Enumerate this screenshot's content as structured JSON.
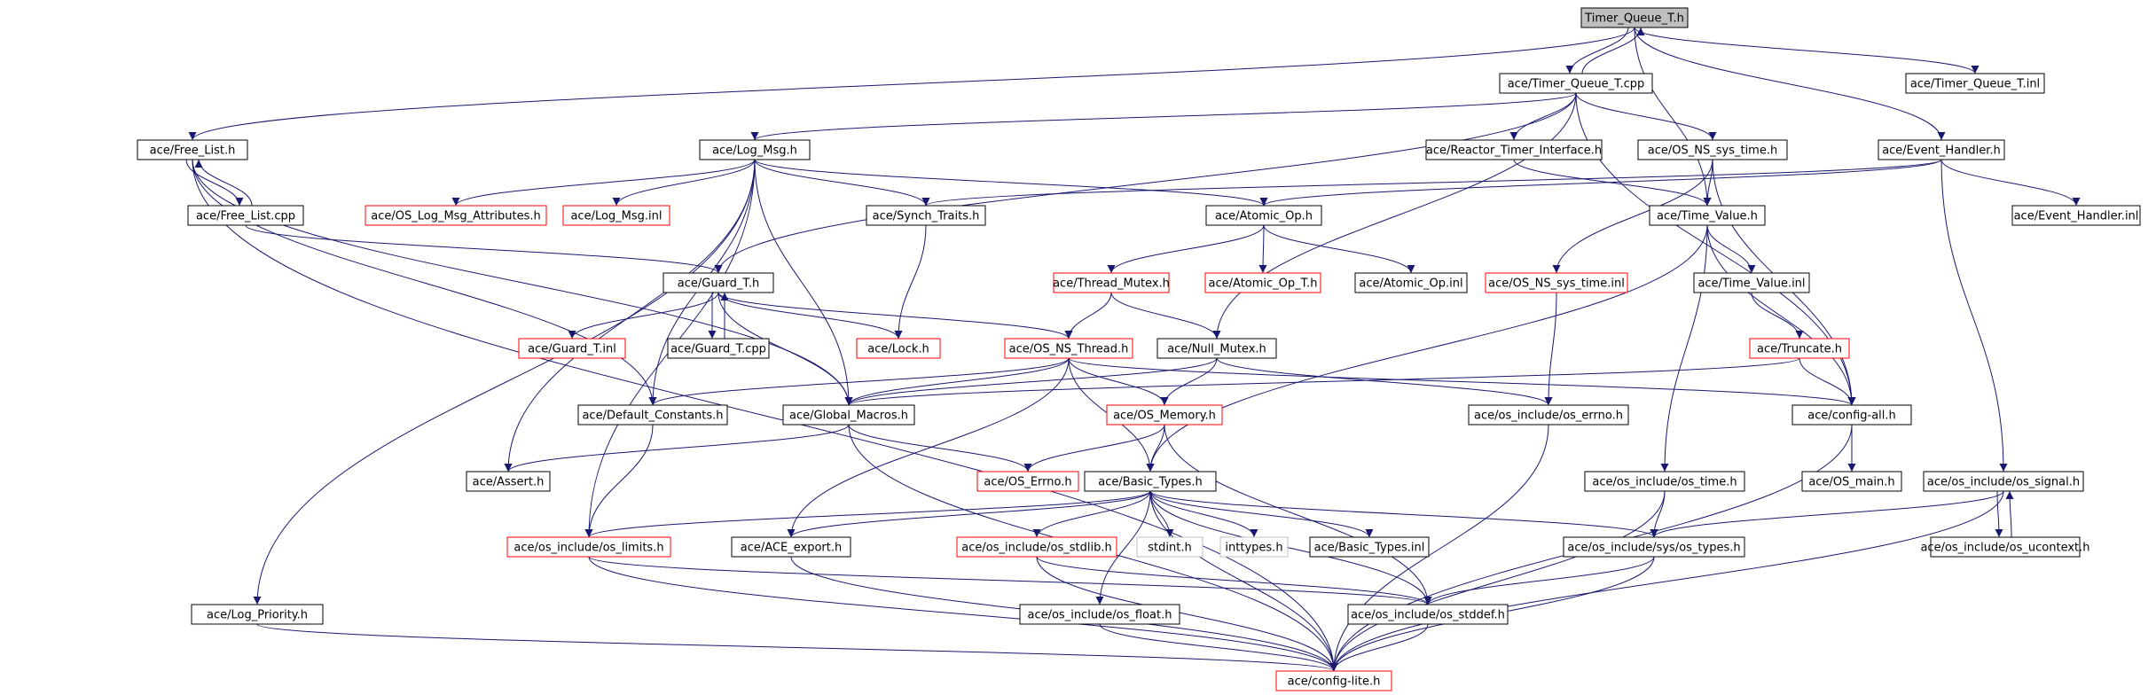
{
  "diagram": {
    "colors": {
      "edge": "#191970",
      "border_normal": "#000000",
      "border_incomplete": "#ff0000",
      "border_external": "#bfbfbf",
      "root_fill": "#bfbfbf",
      "fill": "#ffffff"
    },
    "nodes": [
      {
        "id": "n0",
        "label": "Timer_Queue_T.h",
        "style": "root"
      },
      {
        "id": "n1",
        "label": "ace/Timer_Queue_T.cpp",
        "style": "normal"
      },
      {
        "id": "n2",
        "label": "ace/Timer_Queue_T.inl",
        "style": "normal"
      },
      {
        "id": "n3",
        "label": "ace/Free_List.h",
        "style": "normal"
      },
      {
        "id": "n4",
        "label": "ace/Free_List.cpp",
        "style": "normal"
      },
      {
        "id": "n5",
        "label": "ace/Log_Msg.h",
        "style": "normal"
      },
      {
        "id": "n6",
        "label": "ace/Reactor_Timer_Interface.h",
        "style": "normal"
      },
      {
        "id": "n7",
        "label": "ace/OS_NS_sys_time.h",
        "style": "normal"
      },
      {
        "id": "n8",
        "label": "ace/Event_Handler.h",
        "style": "normal"
      },
      {
        "id": "n9",
        "label": "ace/OS_Log_Msg_Attributes.h",
        "style": "incomplete"
      },
      {
        "id": "n10",
        "label": "ace/Log_Msg.inl",
        "style": "incomplete"
      },
      {
        "id": "n11",
        "label": "ace/Synch_Traits.h",
        "style": "normal"
      },
      {
        "id": "n12",
        "label": "ace/Atomic_Op.h",
        "style": "normal"
      },
      {
        "id": "n13",
        "label": "ace/Time_Value.h",
        "style": "normal"
      },
      {
        "id": "n14",
        "label": "ace/Event_Handler.inl",
        "style": "normal"
      },
      {
        "id": "n15",
        "label": "ace/Guard_T.h",
        "style": "normal"
      },
      {
        "id": "n16",
        "label": "ace/Thread_Mutex.h",
        "style": "incomplete"
      },
      {
        "id": "n17",
        "label": "ace/Atomic_Op_T.h",
        "style": "incomplete"
      },
      {
        "id": "n18",
        "label": "ace/Atomic_Op.inl",
        "style": "normal"
      },
      {
        "id": "n19",
        "label": "ace/OS_NS_sys_time.inl",
        "style": "incomplete"
      },
      {
        "id": "n20",
        "label": "ace/Time_Value.inl",
        "style": "normal"
      },
      {
        "id": "n21",
        "label": "ace/Guard_T.inl",
        "style": "incomplete"
      },
      {
        "id": "n22",
        "label": "ace/Guard_T.cpp",
        "style": "normal"
      },
      {
        "id": "n23",
        "label": "ace/Lock.h",
        "style": "incomplete"
      },
      {
        "id": "n24",
        "label": "ace/OS_NS_Thread.h",
        "style": "incomplete"
      },
      {
        "id": "n25",
        "label": "ace/Null_Mutex.h",
        "style": "normal"
      },
      {
        "id": "n26",
        "label": "ace/Truncate.h",
        "style": "incomplete"
      },
      {
        "id": "n27",
        "label": "ace/Default_Constants.h",
        "style": "normal"
      },
      {
        "id": "n28",
        "label": "ace/Global_Macros.h",
        "style": "normal"
      },
      {
        "id": "n29",
        "label": "ace/OS_Memory.h",
        "style": "incomplete"
      },
      {
        "id": "n30",
        "label": "ace/os_include/os_errno.h",
        "style": "normal"
      },
      {
        "id": "n31",
        "label": "ace/config-all.h",
        "style": "normal"
      },
      {
        "id": "n32",
        "label": "ace/Assert.h",
        "style": "normal"
      },
      {
        "id": "n33",
        "label": "ace/OS_Errno.h",
        "style": "incomplete"
      },
      {
        "id": "n34",
        "label": "ace/Basic_Types.h",
        "style": "normal"
      },
      {
        "id": "n35",
        "label": "ace/os_include/os_time.h",
        "style": "normal"
      },
      {
        "id": "n36",
        "label": "ace/OS_main.h",
        "style": "normal"
      },
      {
        "id": "n37",
        "label": "ace/os_include/os_signal.h",
        "style": "normal"
      },
      {
        "id": "n38",
        "label": "ace/os_include/os_limits.h",
        "style": "incomplete"
      },
      {
        "id": "n39",
        "label": "ace/ACE_export.h",
        "style": "normal"
      },
      {
        "id": "n40",
        "label": "ace/os_include/os_stdlib.h",
        "style": "incomplete"
      },
      {
        "id": "n41",
        "label": "stdint.h",
        "style": "external"
      },
      {
        "id": "n42",
        "label": "inttypes.h",
        "style": "external"
      },
      {
        "id": "n43",
        "label": "ace/Basic_Types.inl",
        "style": "normal"
      },
      {
        "id": "n44",
        "label": "ace/os_include/sys/os_types.h",
        "style": "normal"
      },
      {
        "id": "n45",
        "label": "ace/os_include/os_ucontext.h",
        "style": "normal"
      },
      {
        "id": "n46",
        "label": "ace/Log_Priority.h",
        "style": "normal"
      },
      {
        "id": "n47",
        "label": "ace/os_include/os_float.h",
        "style": "normal"
      },
      {
        "id": "n48",
        "label": "ace/os_include/os_stddef.h",
        "style": "normal"
      },
      {
        "id": "n49",
        "label": "ace/config-lite.h",
        "style": "incomplete"
      }
    ],
    "edges": [
      [
        "n0",
        "n1"
      ],
      [
        "n1",
        "n0"
      ],
      [
        "n0",
        "n2"
      ],
      [
        "n0",
        "n3"
      ],
      [
        "n0",
        "n8"
      ],
      [
        "n0",
        "n13"
      ],
      [
        "n1",
        "n5"
      ],
      [
        "n1",
        "n6"
      ],
      [
        "n1",
        "n7"
      ],
      [
        "n1",
        "n15"
      ],
      [
        "n1",
        "n25"
      ],
      [
        "n1",
        "n31"
      ],
      [
        "n3",
        "n4"
      ],
      [
        "n4",
        "n3"
      ],
      [
        "n3",
        "n27"
      ],
      [
        "n3",
        "n28"
      ],
      [
        "n3",
        "n49"
      ],
      [
        "n4",
        "n15"
      ],
      [
        "n5",
        "n9"
      ],
      [
        "n5",
        "n10"
      ],
      [
        "n5",
        "n11"
      ],
      [
        "n5",
        "n12"
      ],
      [
        "n5",
        "n28"
      ],
      [
        "n5",
        "n27"
      ],
      [
        "n5",
        "n32"
      ],
      [
        "n5",
        "n38"
      ],
      [
        "n5",
        "n46"
      ],
      [
        "n6",
        "n13"
      ],
      [
        "n7",
        "n13"
      ],
      [
        "n7",
        "n19"
      ],
      [
        "n7",
        "n31"
      ],
      [
        "n8",
        "n12"
      ],
      [
        "n8",
        "n11"
      ],
      [
        "n8",
        "n14"
      ],
      [
        "n8",
        "n37"
      ],
      [
        "n11",
        "n23"
      ],
      [
        "n12",
        "n16"
      ],
      [
        "n12",
        "n17"
      ],
      [
        "n12",
        "n18"
      ],
      [
        "n13",
        "n20"
      ],
      [
        "n13",
        "n31"
      ],
      [
        "n13",
        "n34"
      ],
      [
        "n13",
        "n35"
      ],
      [
        "n15",
        "n21"
      ],
      [
        "n15",
        "n22"
      ],
      [
        "n22",
        "n15"
      ],
      [
        "n15",
        "n23"
      ],
      [
        "n15",
        "n24"
      ],
      [
        "n15",
        "n28"
      ],
      [
        "n16",
        "n24"
      ],
      [
        "n16",
        "n25"
      ],
      [
        "n19",
        "n30"
      ],
      [
        "n20",
        "n26"
      ],
      [
        "n26",
        "n28"
      ],
      [
        "n26",
        "n31"
      ],
      [
        "n24",
        "n27"
      ],
      [
        "n24",
        "n28"
      ],
      [
        "n24",
        "n29"
      ],
      [
        "n24",
        "n34"
      ],
      [
        "n24",
        "n39"
      ],
      [
        "n24",
        "n31"
      ],
      [
        "n25",
        "n28"
      ],
      [
        "n25",
        "n29"
      ],
      [
        "n25",
        "n30"
      ],
      [
        "n27",
        "n38"
      ],
      [
        "n28",
        "n32"
      ],
      [
        "n28",
        "n33"
      ],
      [
        "n28",
        "n49"
      ],
      [
        "n29",
        "n33"
      ],
      [
        "n29",
        "n34"
      ],
      [
        "n29",
        "n48"
      ],
      [
        "n30",
        "n49"
      ],
      [
        "n31",
        "n36"
      ],
      [
        "n31",
        "n49"
      ],
      [
        "n34",
        "n38"
      ],
      [
        "n34",
        "n39"
      ],
      [
        "n34",
        "n40"
      ],
      [
        "n34",
        "n41"
      ],
      [
        "n34",
        "n42"
      ],
      [
        "n34",
        "n43"
      ],
      [
        "n34",
        "n44"
      ],
      [
        "n34",
        "n47"
      ],
      [
        "n34",
        "n48"
      ],
      [
        "n34",
        "n49"
      ],
      [
        "n35",
        "n44"
      ],
      [
        "n35",
        "n49"
      ],
      [
        "n37",
        "n44"
      ],
      [
        "n37",
        "n45"
      ],
      [
        "n45",
        "n37"
      ],
      [
        "n37",
        "n49"
      ],
      [
        "n38",
        "n48"
      ],
      [
        "n38",
        "n49"
      ],
      [
        "n39",
        "n49"
      ],
      [
        "n40",
        "n48"
      ],
      [
        "n40",
        "n49"
      ],
      [
        "n44",
        "n48"
      ],
      [
        "n44",
        "n49"
      ],
      [
        "n46",
        "n49"
      ],
      [
        "n47",
        "n49"
      ],
      [
        "n48",
        "n49"
      ]
    ]
  }
}
